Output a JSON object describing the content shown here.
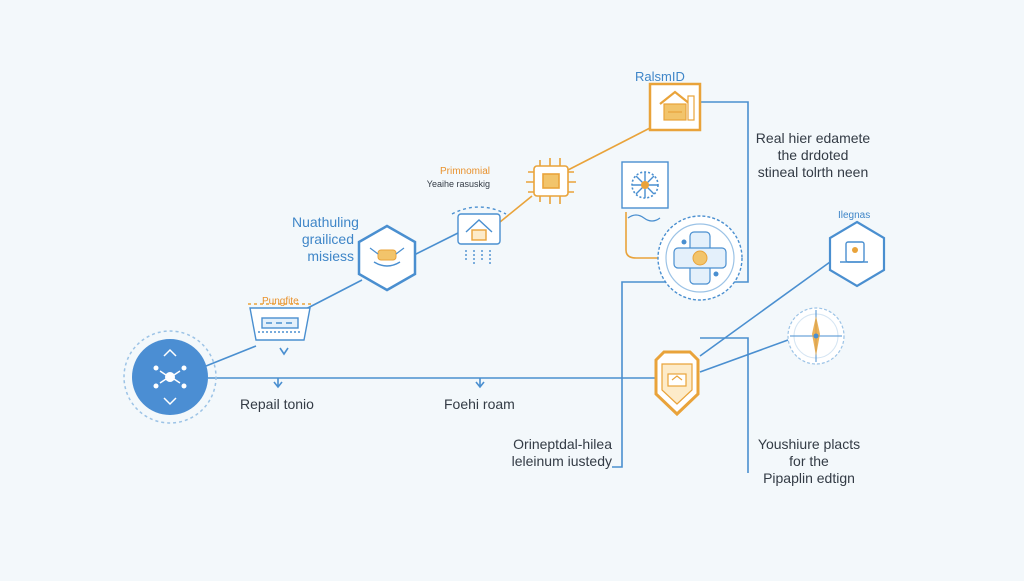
{
  "colors": {
    "background": "#f3f8fb",
    "blue": "#4a8fd0",
    "blue_fill": "#4b8ed3",
    "orange": "#e9a33a",
    "gray_text": "#333b45"
  },
  "labels": {
    "repair_tonio": "Repail tonio",
    "foehi_roam": "Foehi roam",
    "orineptdal": "Orineptdal-hilea\nleleinum iustedy",
    "youshiure": "Youshiure placts\nfor the\nPipaplin edtign",
    "real_hier": "Real hier edamete\nthe drdoted\nstineal tolrth neen",
    "nuthuling": "Nuathuling\ngrailiced\nmisiess",
    "primnonal": "Primnomial",
    "yeaihe": "Yeaihe rasuskig",
    "pungfte": "Pungfite",
    "ralsmid": "RalsmID",
    "iegnas": "Ilegnas"
  },
  "icons": {
    "hub": "network-hub-icon",
    "pipeline_box": "pipeline-box-icon",
    "hex_left": "hexagon-hand-icon",
    "house_box": "house-box-icon",
    "chip": "chip-icon",
    "home_square": "home-square-icon",
    "snowflake": "snowflake-icon",
    "circuit_circle": "circuit-circle-icon",
    "shield": "shield-icon",
    "hex_right": "hexagon-user-icon",
    "compass": "compass-icon"
  }
}
